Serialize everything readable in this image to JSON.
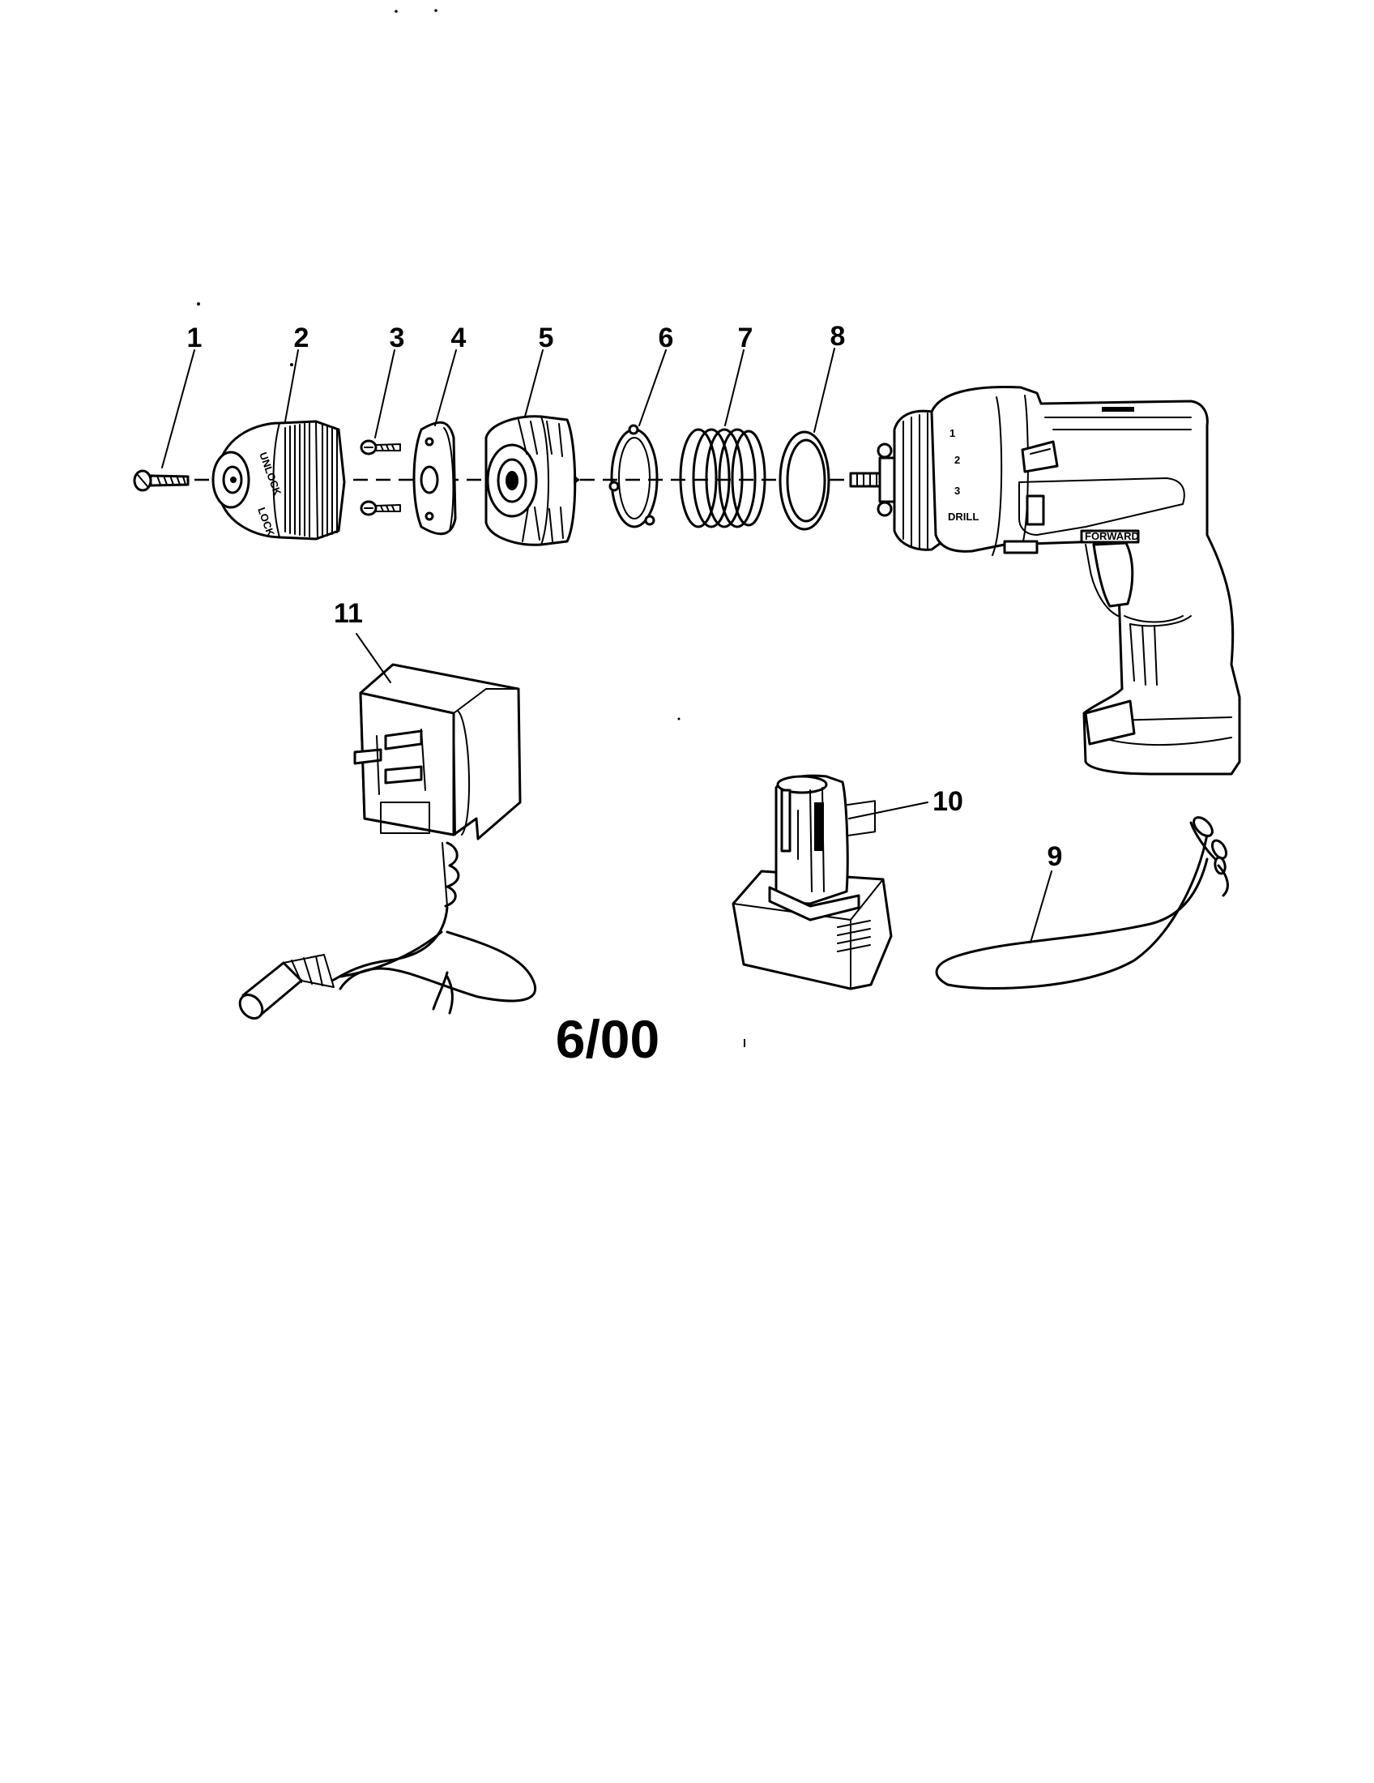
{
  "parts": [
    {
      "number": "1",
      "icon": "screw-icon"
    },
    {
      "number": "2",
      "icon": "keyless-chuck-icon"
    },
    {
      "number": "3",
      "icon": "screw-pair-icon"
    },
    {
      "number": "4",
      "icon": "flat-plate-icon"
    },
    {
      "number": "5",
      "icon": "clutch-collar-icon"
    },
    {
      "number": "6",
      "icon": "retaining-ring-icon"
    },
    {
      "number": "7",
      "icon": "spring-icon"
    },
    {
      "number": "8",
      "icon": "washer-icon"
    },
    {
      "number": "9",
      "icon": "wrist-strap-icon"
    },
    {
      "number": "10",
      "icon": "battery-pack-icon"
    },
    {
      "number": "11",
      "icon": "wall-charger-icon"
    }
  ],
  "chuck_text": {
    "unlock": "UNLOCK",
    "lock": "LOCK"
  },
  "clutch_settings": [
    "1",
    "2",
    "3",
    "DRILL"
  ],
  "direction_label": "FORWARD",
  "revision_date": "6/00"
}
